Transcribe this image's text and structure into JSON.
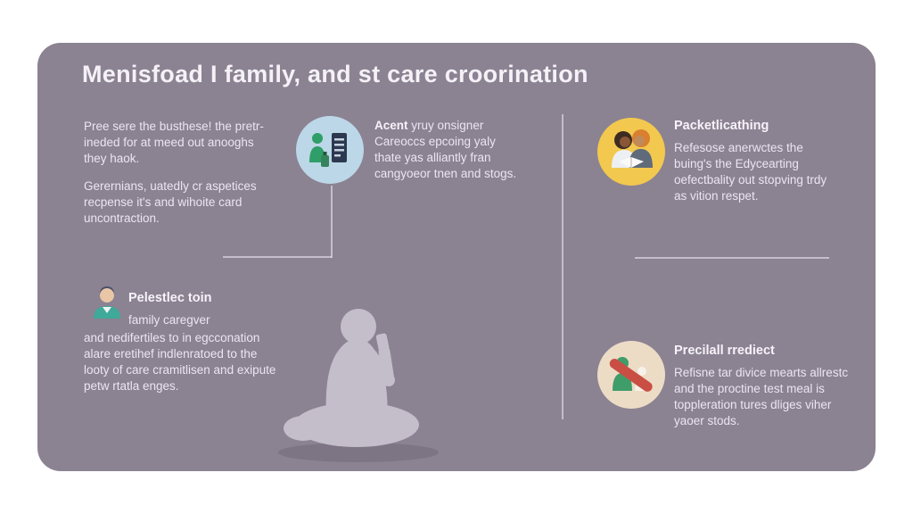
{
  "title": "Menisfoad I family, and st care croorination",
  "colors": {
    "card_background": "#8b8292",
    "text": "#ebe6f0",
    "circle_blue": "#bcd7e7",
    "circle_yellow": "#f2c84f",
    "circle_beige": "#ecdcc6",
    "silhouette": "#c4bdca",
    "prohibition_red": "#c94f45",
    "caregiver_teal": "#3fa99a"
  },
  "icons": {
    "mid_top": "medicine-supplies-icon",
    "right_top": "people-reading-icon",
    "left_mid": "caregiver-person-icon",
    "bottom_right": "restricted-items-icon",
    "center": "sitting-person-silhouette"
  },
  "blocks": {
    "top_left": {
      "p1": "Pree sere the busthese! the pretr-ineded for at meed out anooghs they haok.",
      "p2": "Gerernians, uatedly cr aspetices recpense it's and wihoite card uncontraction."
    },
    "mid_top": {
      "lead": "Acent",
      "body": "yruy onsigner Careoccs epcoing yaly thate yas alliantly fran cangyoeor tnen and stogs."
    },
    "right_top": {
      "heading": "Packetlicathing",
      "body": "Refesose anerwctes the buing's the Edycearting oefectbality out stopving trdy as vition respet."
    },
    "left_mid": {
      "heading": "Pelestlec toin",
      "subheading": "family caregver",
      "body": "and nedifertiles to in egcconation alare eretihef indlenratoed to the looty of care cramitlisen and exipute petw rtatla enges."
    },
    "bottom_right": {
      "heading": "Precilall rrediect",
      "body": "Refisne tar divice mearts allrestc and the proctine test meal is toppleration tures dliges viher yaoer stods."
    }
  }
}
